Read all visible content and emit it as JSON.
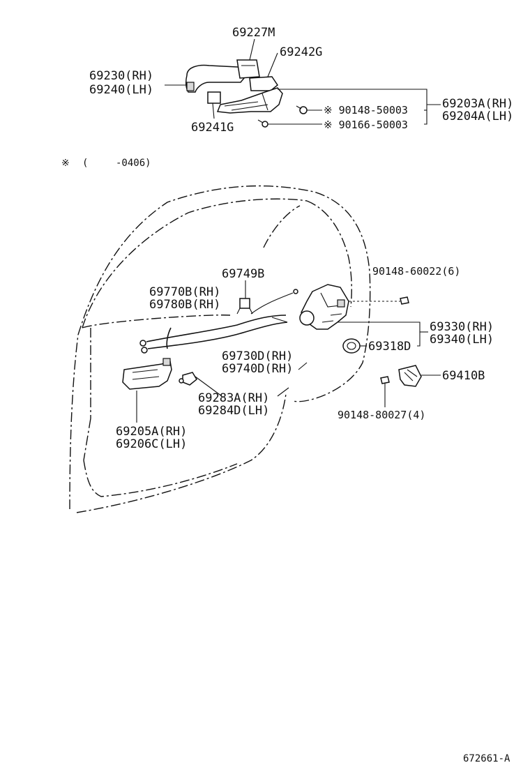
{
  "diagram": {
    "note": {
      "symbol": "※",
      "open_paren": "(",
      "range": "-0406)"
    },
    "footer_code": "672661-A",
    "labels": {
      "p69227M": "69227M",
      "p69242G": "69242G",
      "p69230": "69230(RH)",
      "p69240": "69240(LH)",
      "p69241G": "69241G",
      "p90148_50003": "※ 90148-50003",
      "p90166_50003": "※ 90166-50003",
      "p69203A": "69203A(RH)",
      "p69204A": "69204A(LH)",
      "p69749B": "69749B",
      "p90148_60022": "90148-60022(6)",
      "p69770B": "69770B(RH)",
      "p69780B": "69780B(RH)",
      "p69330": "69330(RH)",
      "p69340": "69340(LH)",
      "p69318D": "69318D",
      "p69730D": "69730D(RH)",
      "p69740D": "69740D(RH)",
      "p69410B": "69410B",
      "p69283A": "69283A(RH)",
      "p69284D": "69284D(LH)",
      "p90148_80027": "90148-80027(4)",
      "p69205A": "69205A(RH)",
      "p69206C": "69206C(LH)"
    }
  }
}
